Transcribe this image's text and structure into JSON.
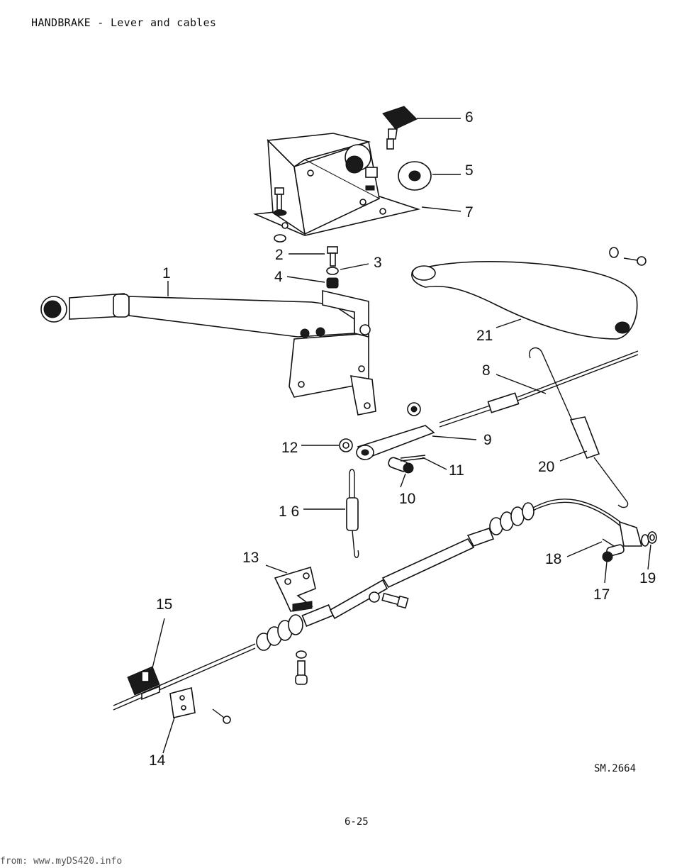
{
  "header": {
    "title": "HANDBRAKE - Lever and cables"
  },
  "reference": "SM.2664",
  "page_number": "6-25",
  "footer": "from: www.myDS420.info",
  "callouts": [
    {
      "id": "c1",
      "text": "1"
    },
    {
      "id": "c2",
      "text": "2"
    },
    {
      "id": "c3",
      "text": "3"
    },
    {
      "id": "c4",
      "text": "4"
    },
    {
      "id": "c5",
      "text": "5"
    },
    {
      "id": "c6",
      "text": "6"
    },
    {
      "id": "c7",
      "text": "7"
    },
    {
      "id": "c8",
      "text": "8"
    },
    {
      "id": "c9",
      "text": "9"
    },
    {
      "id": "c10",
      "text": "10"
    },
    {
      "id": "c11",
      "text": "11"
    },
    {
      "id": "c12",
      "text": "12"
    },
    {
      "id": "c13",
      "text": "13"
    },
    {
      "id": "c14",
      "text": "14"
    },
    {
      "id": "c15",
      "text": "15"
    },
    {
      "id": "c16",
      "text": "1 6"
    },
    {
      "id": "c17",
      "text": "17"
    },
    {
      "id": "c18",
      "text": "18"
    },
    {
      "id": "c19",
      "text": "19"
    },
    {
      "id": "c20",
      "text": "20"
    },
    {
      "id": "c21",
      "text": "21"
    }
  ]
}
